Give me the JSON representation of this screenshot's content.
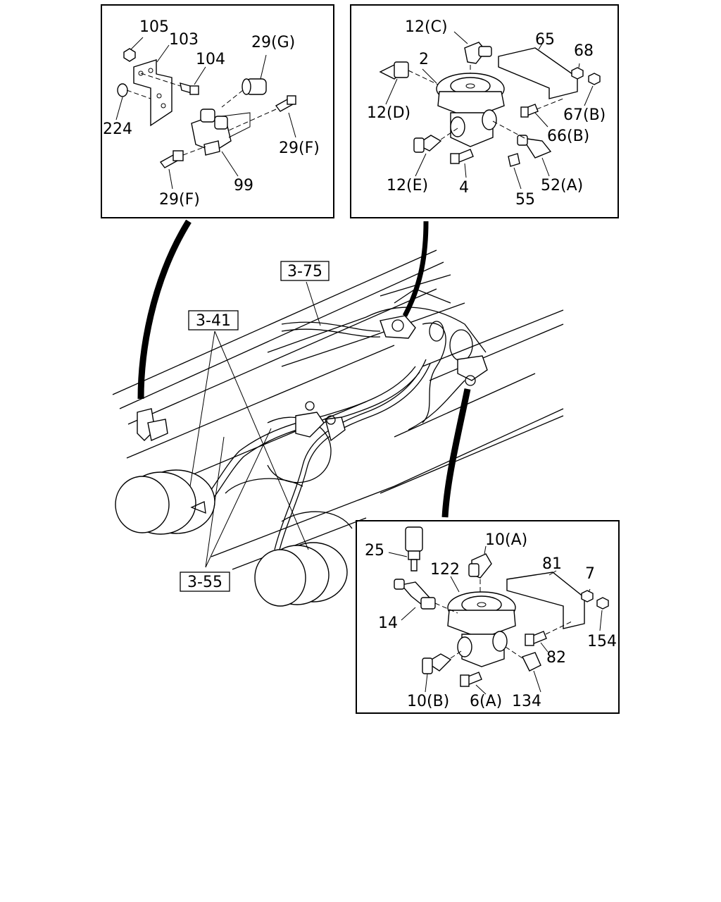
{
  "panels": {
    "top_left": {
      "labels": [
        "105",
        "103",
        "104",
        "29(G)",
        "224",
        "29(F)",
        "99",
        "29(F)"
      ]
    },
    "top_right": {
      "labels": [
        "12(C)",
        "65",
        "68",
        "2",
        "12(D)",
        "67(B)",
        "66(B)",
        "12(E)",
        "4",
        "55",
        "52(A)"
      ]
    },
    "bottom_right": {
      "labels": [
        "10(A)",
        "25",
        "122",
        "81",
        "7",
        "14",
        "154",
        "82",
        "10(B)",
        "6(A)",
        "134"
      ]
    }
  },
  "references": [
    "3-75",
    "3-41",
    "3-55"
  ]
}
